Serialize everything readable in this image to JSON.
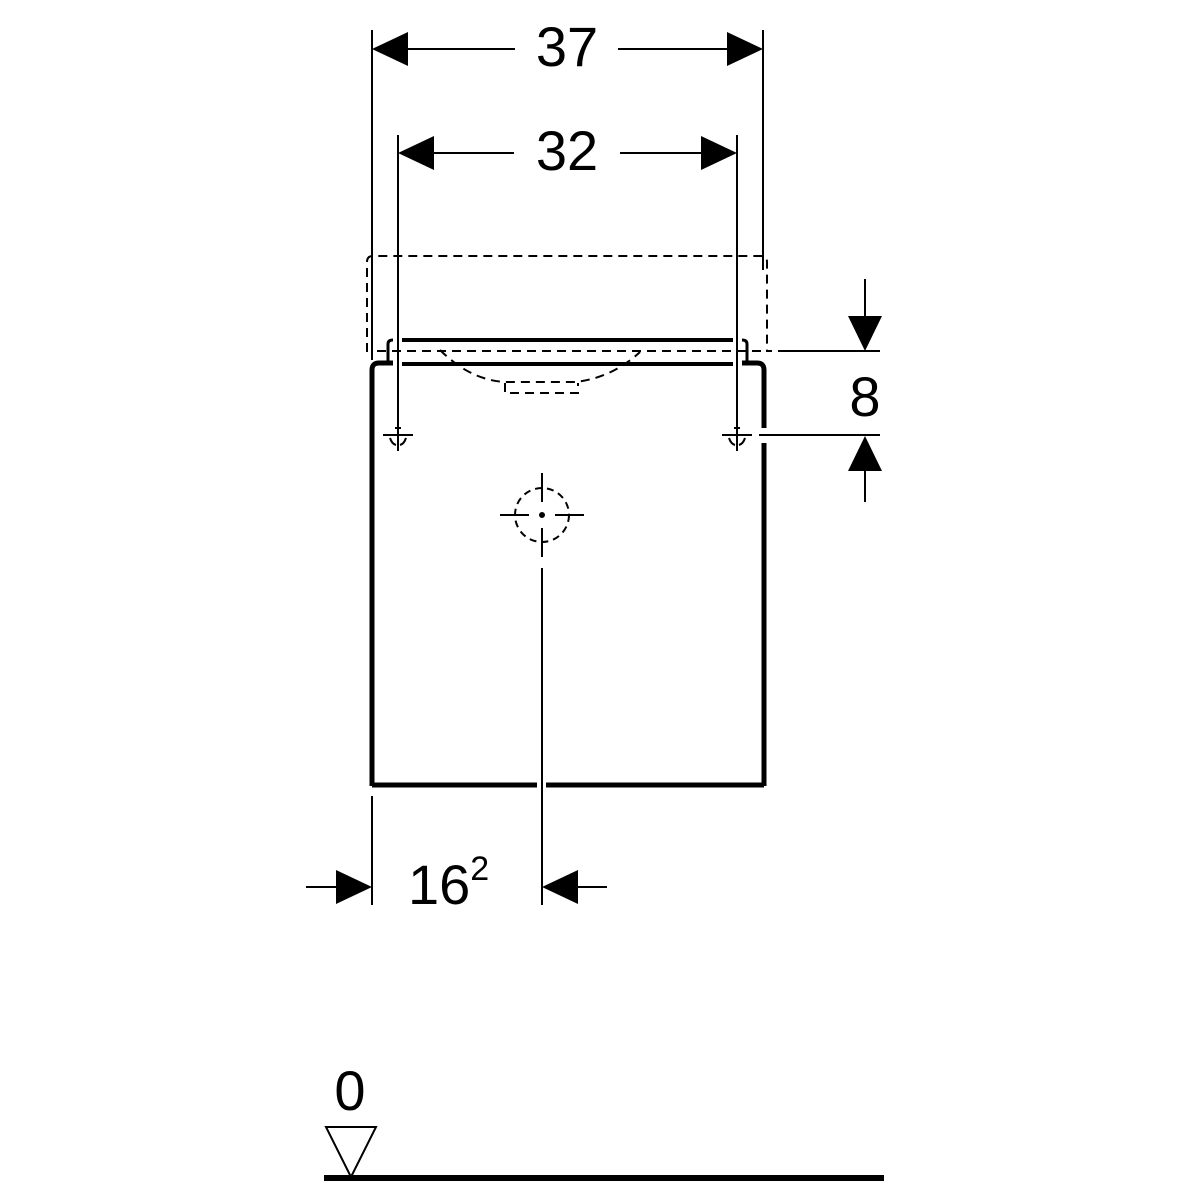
{
  "diagram": {
    "type": "technical-dimension-drawing",
    "subject": "wall-hung vanity cabinet, front view",
    "units": "cm",
    "colors": {
      "line": "#000000",
      "background": "#ffffff"
    },
    "dimensions": {
      "overall_width": {
        "label": "37",
        "value": 37,
        "orientation": "horizontal"
      },
      "mounting_hole_spacing": {
        "label": "32",
        "value": 32,
        "orientation": "horizontal"
      },
      "hole_below_top": {
        "label": "8",
        "value": 8,
        "orientation": "vertical"
      },
      "drain_offset_from_left": {
        "label": "16",
        "sup": "2",
        "value": 16.2,
        "orientation": "horizontal"
      }
    },
    "floor_reference": {
      "label": "0",
      "symbol": "level-triangle"
    },
    "features": [
      {
        "name": "cabinet-body",
        "style": "solid"
      },
      {
        "name": "washbasin-outline",
        "style": "dashed"
      },
      {
        "name": "basin-bowl-underside",
        "style": "dashed"
      },
      {
        "name": "mounting-hole-left",
        "style": "centermark"
      },
      {
        "name": "mounting-hole-right",
        "style": "centermark"
      },
      {
        "name": "drain-connection",
        "style": "dashed-circle-centermark"
      }
    ]
  }
}
